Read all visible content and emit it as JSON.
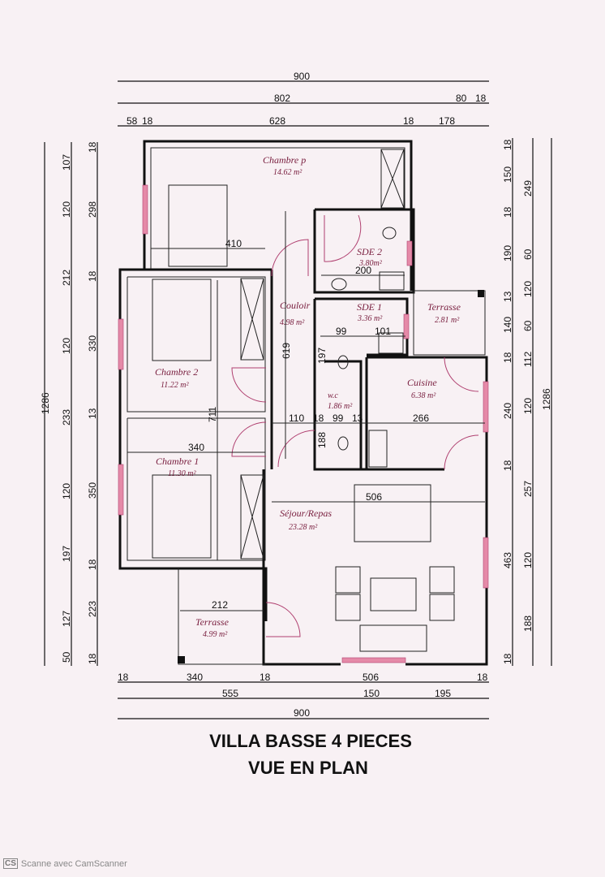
{
  "title": {
    "line1": "VILLA BASSE 4 PIECES",
    "line2": "VUE EN PLAN"
  },
  "rooms": [
    {
      "name": "Chambre p",
      "area": "14.62 m²"
    },
    {
      "name": "SDE 2",
      "area": "3.80m²"
    },
    {
      "name": "Couloir",
      "area": "4.98 m²"
    },
    {
      "name": "SDE 1",
      "area": "3.36 m²"
    },
    {
      "name": "Terrasse",
      "area": "2.81 m²"
    },
    {
      "name": "Chambre 2",
      "area": "11.22 m²"
    },
    {
      "name": "Cuisine",
      "area": "6.38 m²"
    },
    {
      "name": "w.c",
      "area": "1.86 m²"
    },
    {
      "name": "Chambre 1",
      "area": "11.30 m²"
    },
    {
      "name": "Séjour/Repas",
      "area": "23.28 m²"
    },
    {
      "name": "Terrasse",
      "area": "4.99 m²"
    }
  ],
  "dims_top": {
    "row1": [
      "900"
    ],
    "row2": [
      "802",
      "80",
      "18"
    ],
    "row3": [
      "58",
      "18",
      "628",
      "18",
      "178"
    ]
  },
  "dims_left": {
    "total": "1286",
    "col1": [
      "50",
      "127",
      "197",
      "120",
      "233",
      "120",
      "212",
      "120",
      "107"
    ],
    "col2": [
      "18",
      "223",
      "18",
      "350",
      "13",
      "330",
      "18",
      "298",
      "18"
    ]
  },
  "dims_right": {
    "col1": [
      "18",
      "463",
      "18",
      "240",
      "18",
      "140",
      "13",
      "190",
      "18",
      "150",
      "18"
    ],
    "col2": [
      "188",
      "120",
      "257",
      "120",
      "112",
      "60",
      "120",
      "60",
      "249"
    ],
    "total": "1286"
  },
  "dims_bottom": {
    "row1": [
      "18",
      "340",
      "18",
      "506",
      "18"
    ],
    "row2": [
      "555",
      "150",
      "195"
    ],
    "row3": [
      "900"
    ]
  },
  "dims_inner": [
    "410",
    "200",
    "619",
    "711",
    "110",
    "18",
    "99",
    "13",
    "266",
    "340",
    "506",
    "212",
    "99",
    "101",
    "197",
    "188"
  ],
  "footer": {
    "logo": "CS",
    "text": "Scanne avec CamScanner"
  }
}
